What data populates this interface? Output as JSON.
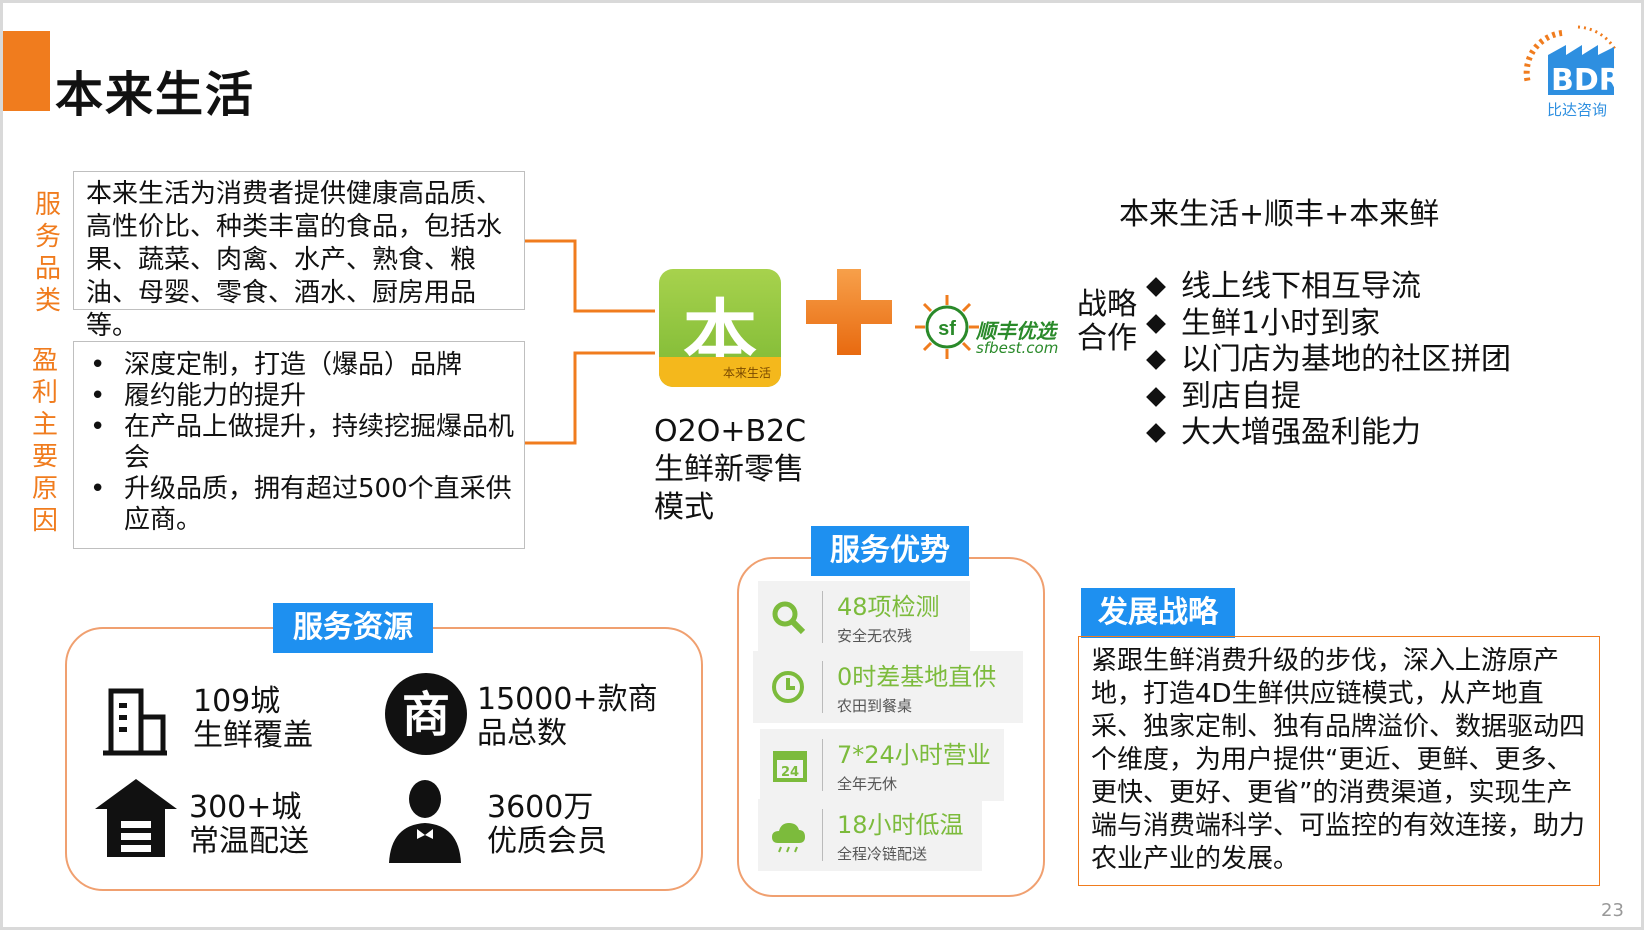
{
  "slide": {
    "title": "本来生活",
    "page_number": "23",
    "accent_color": "#f07c1e",
    "tag_color": "#1e90f0"
  },
  "logo": {
    "text": "BDR",
    "subtitle": "比达咨询"
  },
  "service_category": {
    "label": "服务品类",
    "description": "本来生活为消费者提供健康高品质、高性价比、种类丰富的食品，包括水果、蔬菜、肉禽、水产、熟食、粮油、母婴、零食、酒水、厨房用品等。"
  },
  "profit_reasons": {
    "label": "盈利主要原因",
    "items": [
      "深度定制，打造（爆品）品牌",
      "履约能力的提升",
      "在产品上做提升，持续挖掘爆品机会",
      "升级品质，拥有超过500个直采供应商。"
    ]
  },
  "app": {
    "char": "本",
    "sub": "本来生活"
  },
  "model": {
    "line1": "O2O+B2C",
    "line2": "生鲜新零售",
    "line3": "模式"
  },
  "partner": {
    "logo_name": "顺丰优选",
    "logo_url": "sfbest.com",
    "strategy_label_1": "战略",
    "strategy_label_2": "合作",
    "title": "本来生活+顺丰+本来鲜",
    "points": [
      "线上线下相互导流",
      "生鲜1小时到家",
      "以门店为基地的社区拼团",
      "到店自提",
      "大大增强盈利能力"
    ]
  },
  "service_resources": {
    "tag": "服务资源",
    "items": [
      {
        "icon": "building-icon",
        "line1": "109城",
        "line2": "生鲜覆盖"
      },
      {
        "icon": "shop-icon",
        "line1": "15000+款商",
        "line2": "品总数",
        "icon_char": "商"
      },
      {
        "icon": "warehouse-icon",
        "line1": "300+城",
        "line2": "常温配送"
      },
      {
        "icon": "member-icon",
        "line1": "3600万",
        "line2": "优质会员"
      }
    ]
  },
  "service_advantages": {
    "tag": "服务优势",
    "items": [
      {
        "icon": "search-icon",
        "title": "48项检测",
        "sub": "安全无农残"
      },
      {
        "icon": "clock-icon",
        "title": "0时差基地直供",
        "sub": "农田到餐桌"
      },
      {
        "icon": "calendar-icon",
        "title": "7*24小时营业",
        "sub": "全年无休",
        "icon_text": "24"
      },
      {
        "icon": "cloud-icon",
        "title": "18小时低温",
        "sub": "全程冷链配送"
      }
    ]
  },
  "development": {
    "tag": "发展战略",
    "text": "紧跟生鲜消费升级的步伐，深入上游原产地，打造4D生鲜供应链模式，从产地直采、独家定制、独有品牌溢价、数据驱动四个维度，为用户提供“更近、更鲜、更多、更快、更好、更省”的消费渠道，实现生产端与消费端科学、可监控的有效连接，助力农业产业的发展。"
  }
}
